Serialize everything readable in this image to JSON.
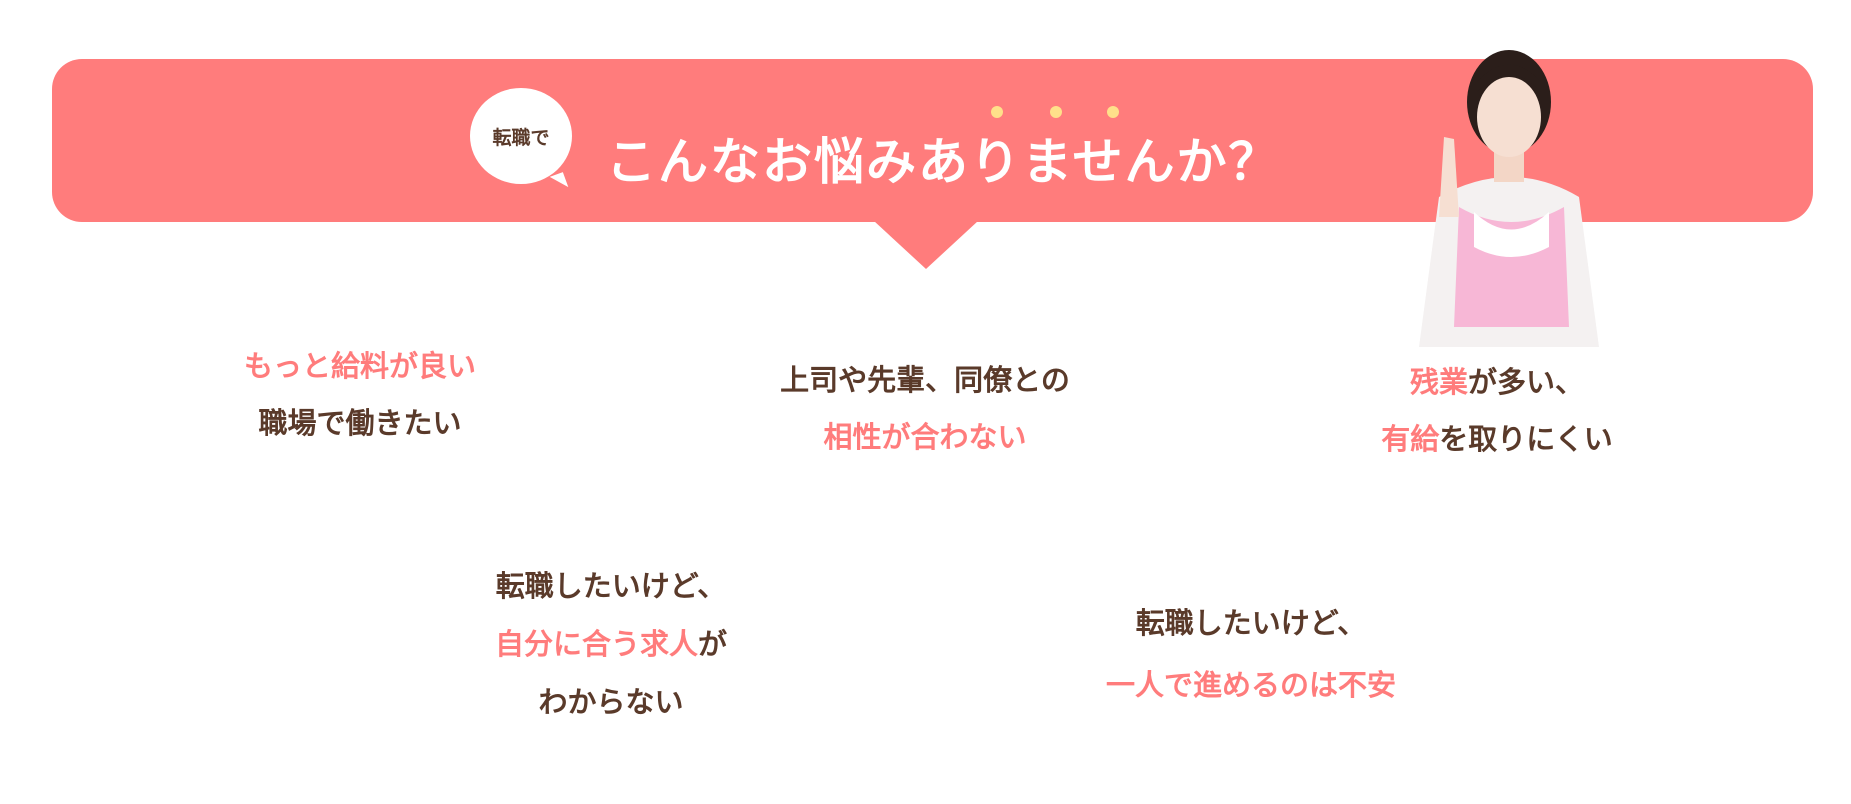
{
  "header": {
    "bubble_label": "転職で",
    "title": "こんなお悩みありませんか？"
  },
  "colors": {
    "accent": "#ff7c7c",
    "text": "#5a3a2a"
  },
  "items": [
    {
      "l1_pink": "もっと給料が良い",
      "l2": "職場で働きたい"
    },
    {
      "l1": "上司や先輩、同僚との",
      "l2_pink": "相性が合わない"
    },
    {
      "l1_pink": "残業",
      "l1_rest": "が多い、",
      "l2_pink": "有給",
      "l2_rest": "を取りにくい"
    },
    {
      "l1": "転職したいけど、",
      "l2_pink": "自分に合う求人",
      "l2_rest": "が",
      "l3": "わからない"
    },
    {
      "l1": "転職したいけど、",
      "l2_pink": "一人で進めるのは不安"
    }
  ]
}
